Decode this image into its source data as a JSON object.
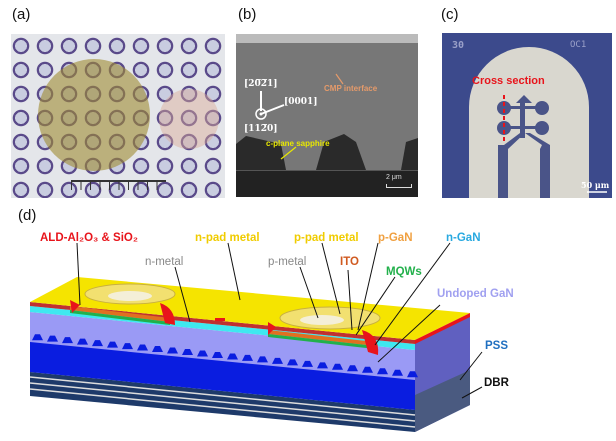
{
  "panels": {
    "a": {
      "label": "(a)"
    },
    "b": {
      "label": "(b)",
      "orientation": [
        "[20̅2̅1]",
        "[0001]",
        "[112̅0]"
      ],
      "cmp": "CMP interface",
      "sapphire": "c-plane sapphire",
      "scale": "2 μm"
    },
    "c": {
      "label": "(c)",
      "cross_section": "Cross section",
      "chip_id_left": "30",
      "chip_id_right": "OC1",
      "scale": "50 μm"
    },
    "d": {
      "label": "(d)"
    }
  },
  "layers": {
    "ald": "ALD-Al₂O₃ & SiO₂",
    "n_pad": "n-pad metal",
    "n_metal": "n-metal",
    "p_pad": "p-pad metal",
    "p_gan": "p-GaN",
    "n_gan": "n-GaN",
    "p_metal": "p-metal",
    "ito": "ITO",
    "mqw": "MQWs",
    "undoped": "Undoped GaN",
    "pss": "PSS",
    "dbr": "DBR"
  },
  "colors": {
    "ald": "#e8141b",
    "pad": "#f5e400",
    "ito": "#e07020",
    "mqw": "#22b04b",
    "ngan": "#3fe8f0",
    "undoped": "#9a9af5",
    "pss": "#0a1de0",
    "dbr": "#1e3a6a"
  }
}
